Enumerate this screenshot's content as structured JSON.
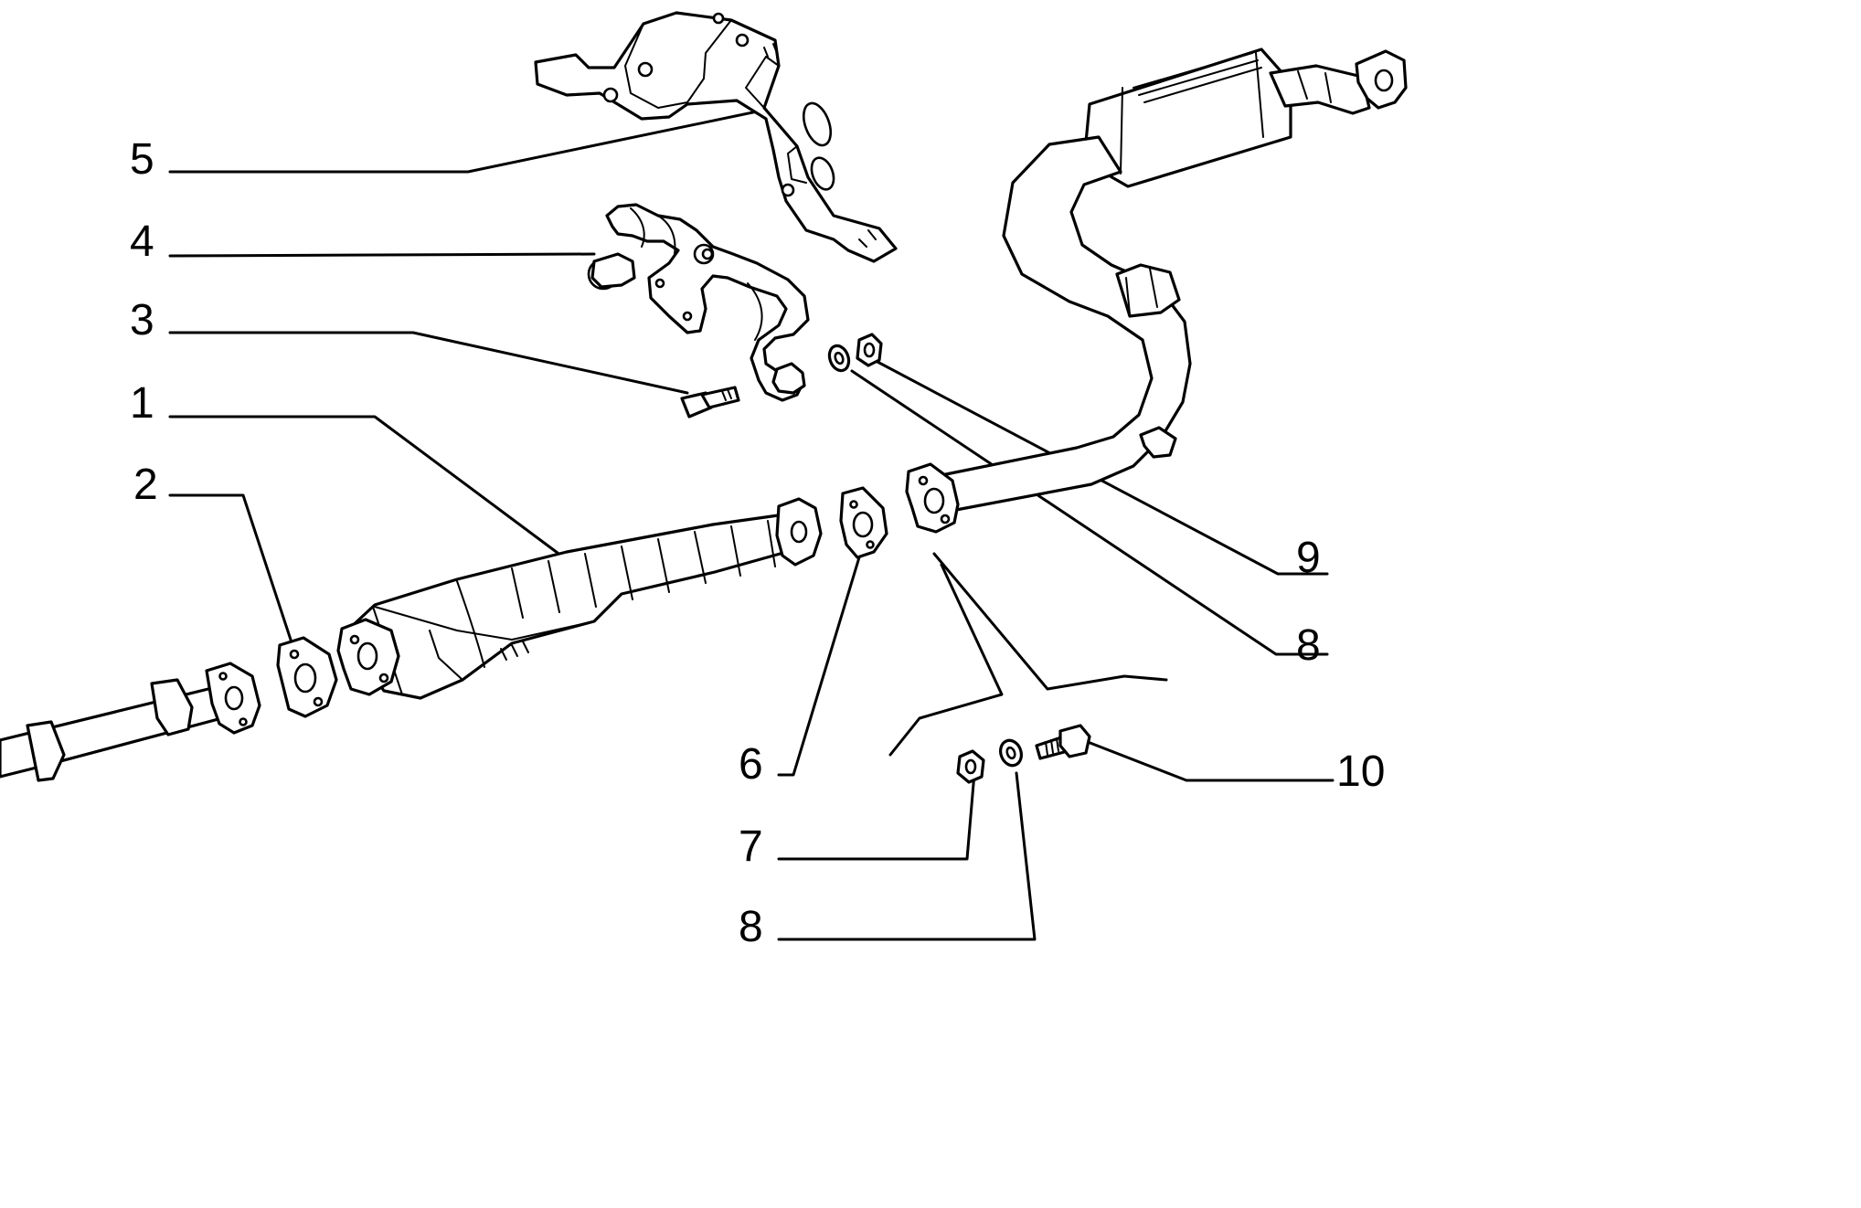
{
  "diagram": {
    "background": "#ffffff",
    "line_color": "#000000",
    "callouts": [
      {
        "id": "callout-5",
        "label": "5"
      },
      {
        "id": "callout-4",
        "label": "4"
      },
      {
        "id": "callout-3",
        "label": "3"
      },
      {
        "id": "callout-1",
        "label": "1"
      },
      {
        "id": "callout-2",
        "label": "2"
      },
      {
        "id": "callout-9",
        "label": "9"
      },
      {
        "id": "callout-8-right",
        "label": "8"
      },
      {
        "id": "callout-6",
        "label": "6"
      },
      {
        "id": "callout-10",
        "label": "10"
      },
      {
        "id": "callout-7",
        "label": "7"
      },
      {
        "id": "callout-8-bottom",
        "label": "8"
      }
    ]
  }
}
